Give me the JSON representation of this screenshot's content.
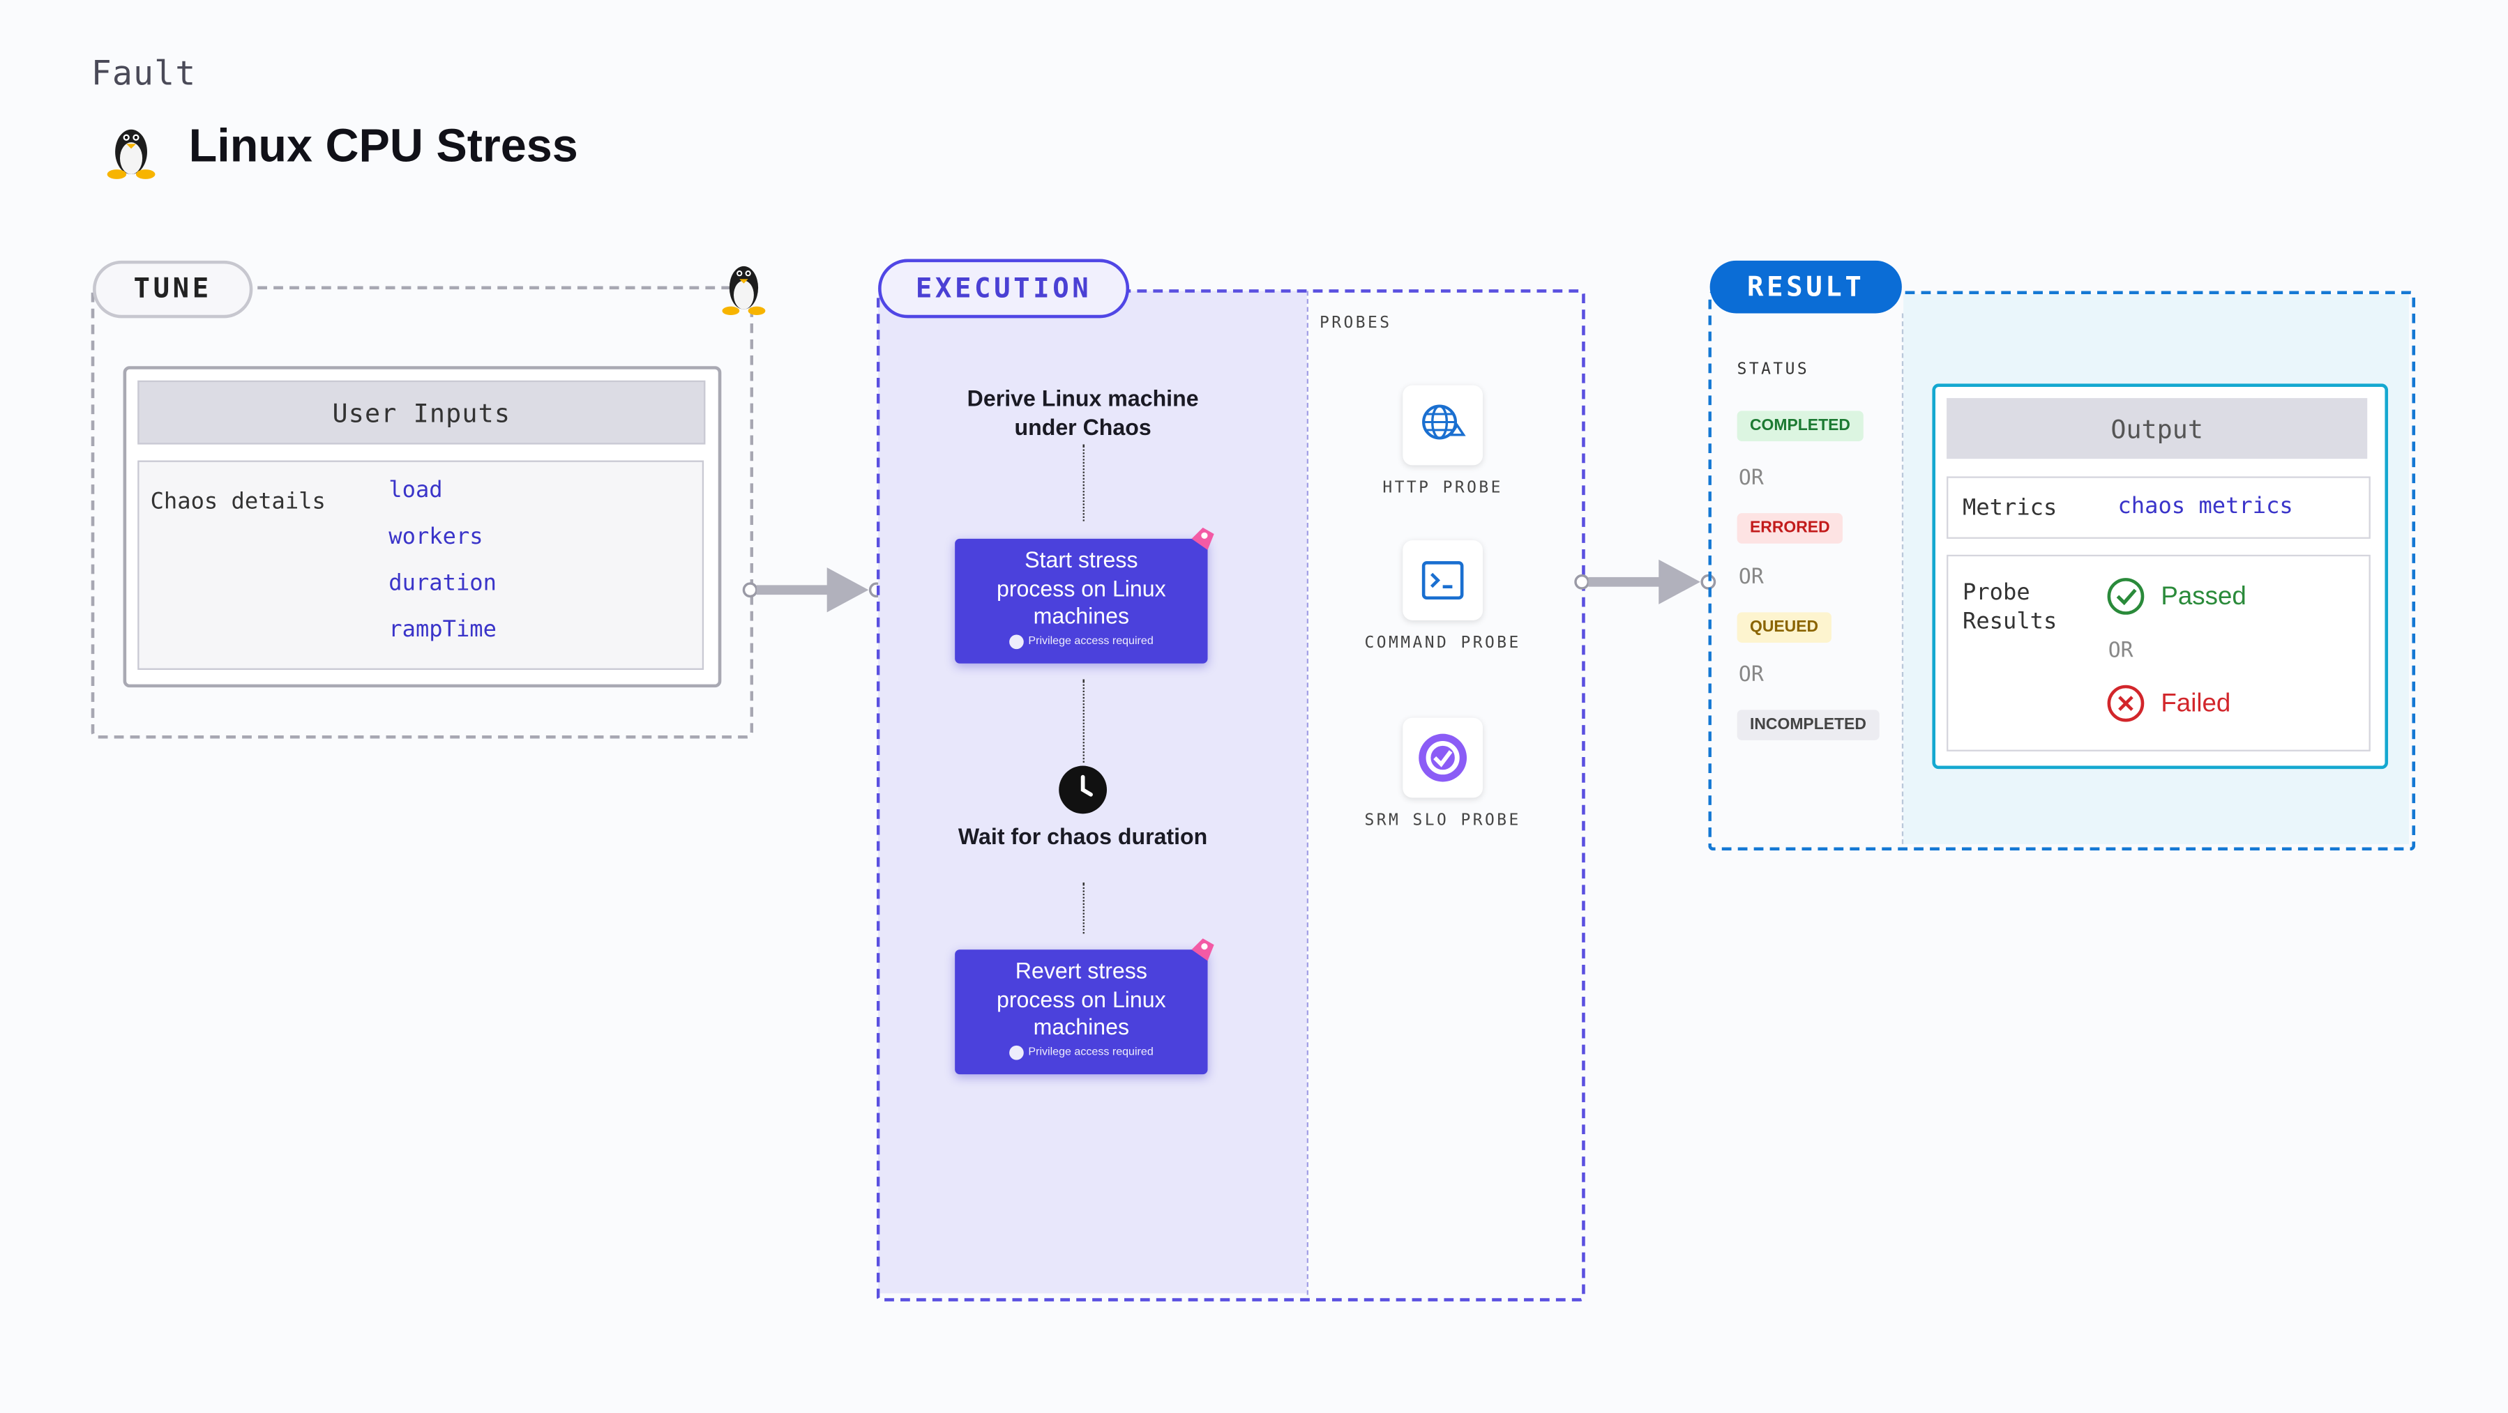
{
  "header": {
    "kicker": "Fault",
    "title": "Linux CPU Stress"
  },
  "tune": {
    "pill": "TUNE",
    "card_title": "User Inputs",
    "row_label": "Chaos details",
    "params": [
      "load",
      "workers",
      "duration",
      "rampTime"
    ]
  },
  "execution": {
    "pill": "EXECUTION",
    "step1": "Derive Linux machine under Chaos",
    "step2": "Start stress process on Linux machines",
    "step3": "Wait for chaos duration",
    "step4": "Revert stress process on Linux machines",
    "privilege": "Privilege access required",
    "probes_title": "PROBES",
    "probes": [
      "HTTP PROBE",
      "COMMAND PROBE",
      "SRM SLO PROBE"
    ]
  },
  "result": {
    "pill": "RESULT",
    "status_title": "STATUS",
    "statuses": [
      "COMPLETED",
      "ERRORED",
      "QUEUED",
      "INCOMPLETED"
    ],
    "or": "OR",
    "output_title": "Output",
    "metrics_label": "Metrics",
    "metrics_value": "chaos metrics",
    "probe_results_label": "Probe Results",
    "passed": "Passed",
    "failed": "Failed"
  },
  "colors": {
    "execution_accent": "#4b41dc",
    "result_accent": "#0b6dd6",
    "passed": "#2a8a3a",
    "failed": "#d2262b"
  },
  "icons": [
    "linux-tux-icon",
    "globe-icon",
    "terminal-icon",
    "slo-icon",
    "clock-icon",
    "check-circle-icon",
    "x-circle-icon",
    "arrow-right-icon"
  ]
}
